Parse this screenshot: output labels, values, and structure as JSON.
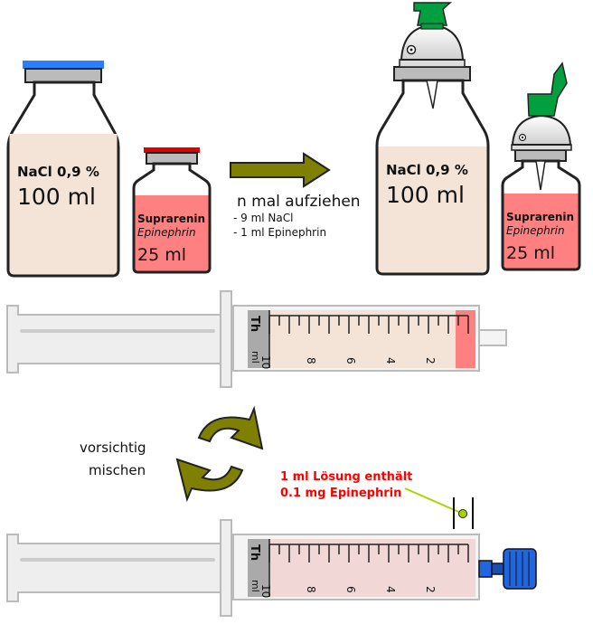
{
  "bottles_left": {
    "nacl_name": "NaCl 0,9 %",
    "nacl_volume": "100 ml",
    "supra_name": "Suprarenin",
    "supra_sub": "Epinephrin",
    "supra_volume": "25 ml"
  },
  "instruction": {
    "title": "n mal aufziehen",
    "line1": "- 9 ml NaCl",
    "line2": "- 1 ml Epinephrin"
  },
  "bottles_right": {
    "nacl_name": "NaCl 0,9 %",
    "nacl_volume": "100 ml",
    "supra_name": "Suprarenin",
    "supra_sub": "Epinephrin",
    "supra_volume": "25 ml"
  },
  "syringe_top": {
    "brand": "Th",
    "unit": "ml",
    "scale_labels": [
      "10",
      "8",
      "6",
      "4",
      "2"
    ]
  },
  "mix_text": {
    "line1": "vorsichtig",
    "line2": "mischen"
  },
  "result_text": {
    "line1": "1 ml Lösung enthält",
    "line2": "0.1 mg Epinephrin"
  },
  "syringe_bottom": {
    "brand": "Th",
    "unit": "ml",
    "scale_labels": [
      "10",
      "8",
      "6",
      "4",
      "2"
    ]
  },
  "colors": {
    "nacl_fill": "#f4e3d7",
    "supra_fill": "#ff8080",
    "mix_fill": "#f2d7d7",
    "nacl_cap": "#2a7fff",
    "supra_cap": "#e00000",
    "spike_green": "#00a040",
    "arrow_olive": "#808000",
    "accent_red": "#ff0000",
    "pointer_green": "#aad400",
    "luer_blue": "#2266dd"
  }
}
